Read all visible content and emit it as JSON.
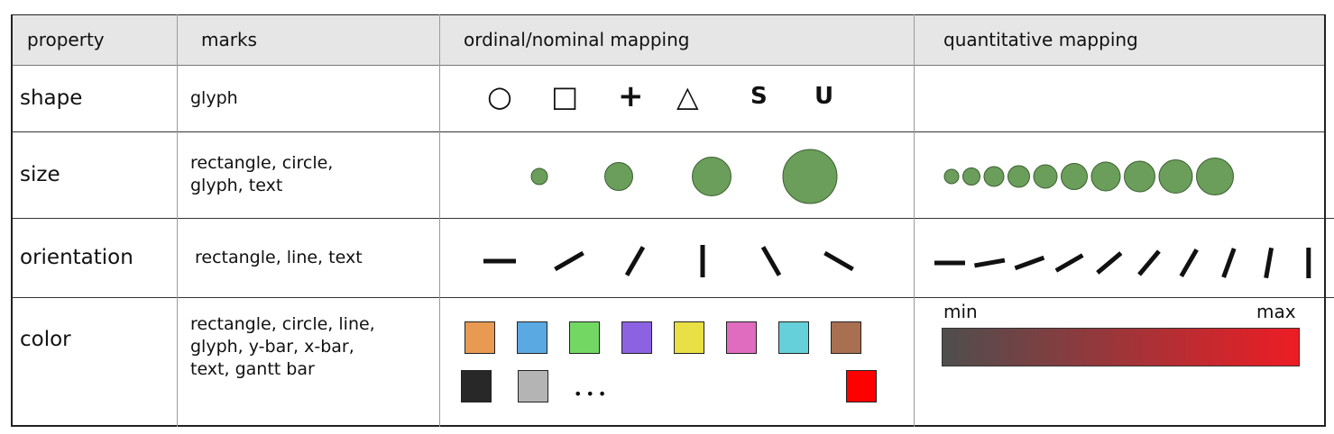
{
  "header": {
    "property": "property",
    "marks": "marks",
    "ordinal": "ordinal/nominal mapping",
    "quantitative": "quantitative mapping"
  },
  "rows": [
    {
      "property": "shape",
      "marks": "glyph",
      "ordinal_symbols": [
        "○",
        "□",
        "+",
        "△",
        "S",
        "U"
      ]
    },
    {
      "property": "size",
      "marks_lines": [
        "rectangle, circle,",
        "glyph, text"
      ],
      "ordinal_sizes": [
        1,
        2,
        3,
        4
      ],
      "quantitative_sizes": [
        1,
        2,
        3,
        4,
        5,
        6,
        7,
        8,
        9,
        10
      ]
    },
    {
      "property": "orientation",
      "marks": "rectangle, line, text",
      "ordinal_angles_deg": [
        0,
        -30,
        -60,
        -90,
        60,
        30
      ],
      "quantitative_angles_deg": [
        0,
        -10,
        -20,
        -30,
        -40,
        -50,
        -60,
        -70,
        -80,
        -90
      ]
    },
    {
      "property": "color",
      "marks_lines": [
        "rectangle, circle, line,",
        "glyph, y-bar, x-bar,",
        "text, gantt bar"
      ],
      "ordinal_colors_row1": [
        "#e89a52",
        "#5aa9e2",
        "#72d863",
        "#8d62e2",
        "#e8e044",
        "#e06cc0",
        "#66d0da",
        "#a87050"
      ],
      "ordinal_colors_row2": [
        "#282828",
        "#b4b4b4"
      ],
      "ellipsis": "•••",
      "ordinal_color_last": "#ff0000",
      "gradient_min_label": "min",
      "gradient_max_label": "max",
      "gradient_from": "#4e4e4e",
      "gradient_to": "#ee1c24"
    }
  ],
  "colors": {
    "circle_fill": "#6a9e5a",
    "circle_stroke": "#3c5f32",
    "header_bg": "#e6e6e6"
  }
}
